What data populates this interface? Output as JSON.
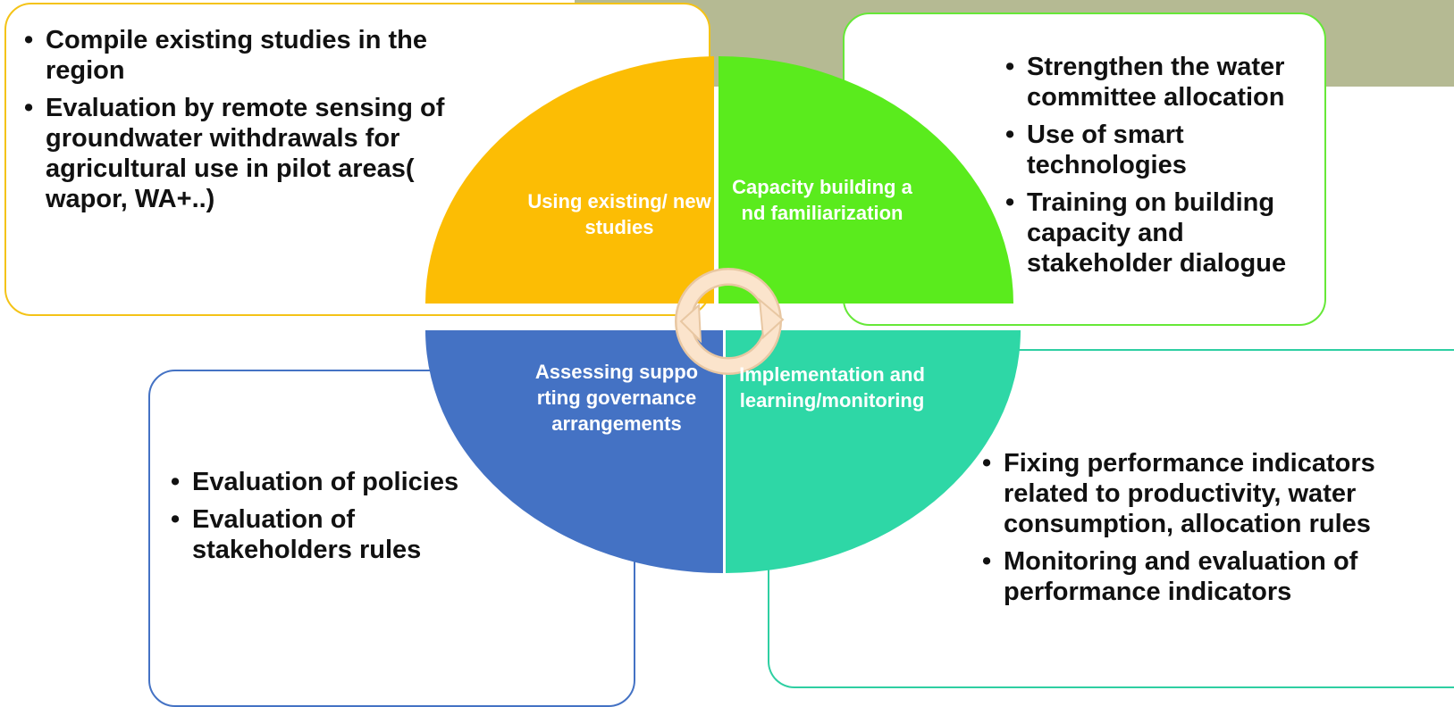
{
  "colors": {
    "band": "#b5ba93",
    "quad_tl": "#fcbd04",
    "quad_tr": "#5aeb1d",
    "quad_bl": "#4472c4",
    "quad_br": "#2ed7a6",
    "box_tl_border": "#f4c317",
    "box_tr_border": "#66e838",
    "box_bl_border": "#4472c4",
    "box_br_border": "#2ecfa2",
    "arrow_fill": "#fbe4cc"
  },
  "quadrants": {
    "top_left": "Using existing/ new studies",
    "top_right": "Capacity building and familiarization",
    "bottom_left": "Assessing supporting governance arrangements",
    "bottom_right": "Implementation and learning/monitoring"
  },
  "boxes": {
    "top_left": {
      "items": [
        "Compile existing studies in the region",
        "Evaluation by remote sensing of groundwater withdrawals for agricultural use in pilot areas( wapor, WA+..)"
      ]
    },
    "top_right": {
      "items": [
        "Strengthen the water committee allocation",
        "Use of smart technologies",
        "Training on building capacity and stakeholder dialogue"
      ]
    },
    "bottom_left": {
      "items": [
        "Evaluation of policies",
        "Evaluation of stakeholders rules"
      ]
    },
    "bottom_right": {
      "items": [
        "Fixing performance indicators related to productivity, water consumption, allocation rules",
        "Monitoring and evaluation of performance indicators"
      ]
    }
  }
}
